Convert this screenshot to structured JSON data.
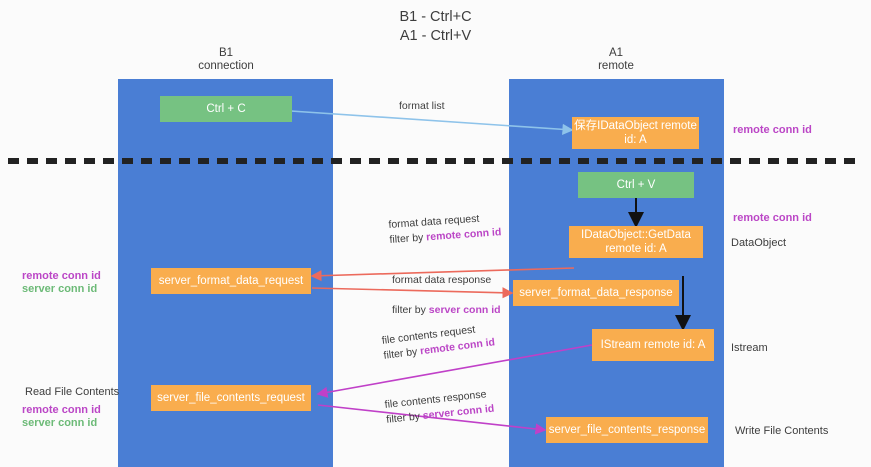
{
  "title": "B1 - Ctrl+C\nA1 - Ctrl+V",
  "lanes": [
    {
      "id": "b1",
      "title": "B1\nconnection"
    },
    {
      "id": "a1",
      "title": "A1\nremote"
    }
  ],
  "nodes": [
    {
      "id": "ctrl-c",
      "label": "Ctrl + C",
      "color": "green"
    },
    {
      "id": "save-idataobject",
      "label": "保存IDataObject\nremote id: A",
      "color": "orange"
    },
    {
      "id": "ctrl-v",
      "label": "Ctrl + V",
      "color": "green"
    },
    {
      "id": "idataobject-getdata",
      "label": "IDataObject::GetData\nremote id: A",
      "color": "orange"
    },
    {
      "id": "server-format-data-request",
      "label": "server_format_data_request",
      "color": "orange"
    },
    {
      "id": "server-format-data-response",
      "label": "server_format_data_response",
      "color": "orange"
    },
    {
      "id": "istream",
      "label": "IStream\nremote id: A",
      "color": "orange"
    },
    {
      "id": "server-file-contents-request",
      "label": "server_file_contents_request",
      "color": "orange"
    },
    {
      "id": "server-file-contents-response",
      "label": "server_file_contents_response",
      "color": "orange"
    }
  ],
  "edge_labels": {
    "format_list": "format list",
    "format_data_request": "format data request",
    "format_data_request_filter_prefix": "filter by ",
    "format_data_request_filter_key": "remote conn id",
    "format_data_response": "format data response",
    "format_data_response_filter_prefix": "filter by ",
    "format_data_response_filter_key": "server conn id",
    "file_contents_request": "file contents request",
    "file_contents_request_filter_prefix": "filter by ",
    "file_contents_request_filter_key": "remote conn id",
    "file_contents_response": "file contents response",
    "file_contents_response_filter_prefix": "filter by ",
    "file_contents_response_filter_key": "server conn id"
  },
  "annotations": {
    "right_remote_conn_id_top": "remote conn id",
    "right_remote_conn_id_mid": "remote conn id",
    "right_dataobject": "DataObject",
    "right_istream": "Istream",
    "right_write_file_contents": "Write File Contents",
    "left_remote_conn_id": "remote conn id",
    "left_server_conn_id": "server conn id",
    "left_read_file_contents": "Read File Contents",
    "left_remote_conn_id_2": "remote conn id",
    "left_server_conn_id_2": "server conn id"
  },
  "colors": {
    "lane": "#4a7ed4",
    "green_node": "#76c282",
    "orange_node": "#f9ad4e",
    "remote_conn_id": "#bb46c6",
    "server_conn_id": "#6cba77",
    "arrow_blue": "#8ec3ea",
    "arrow_red": "#ec6a5c",
    "arrow_magenta": "#c040c8",
    "arrow_black": "#111111",
    "divider": "#222222"
  }
}
